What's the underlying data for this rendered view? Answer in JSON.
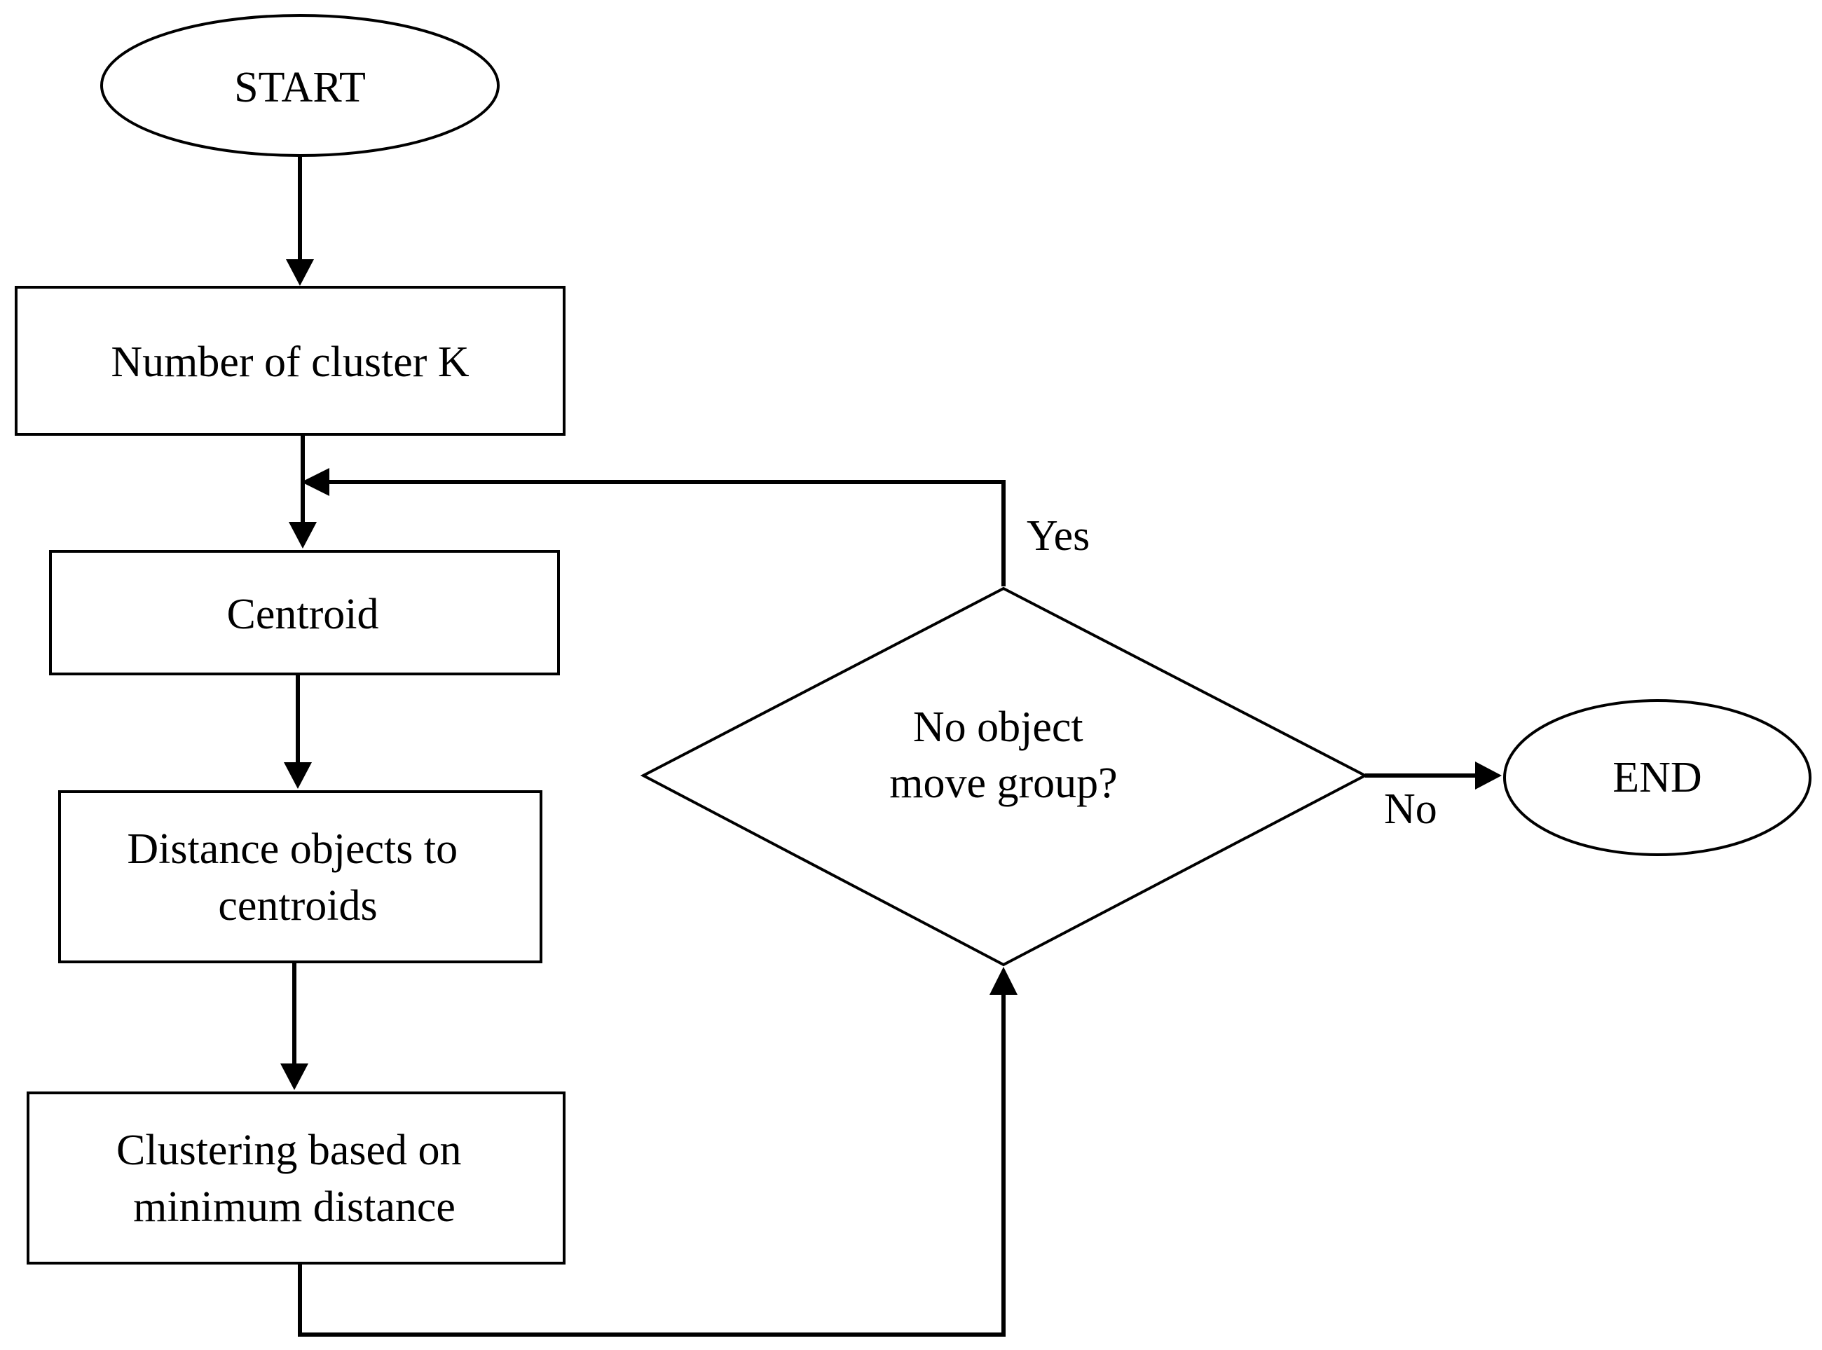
{
  "flowchart": {
    "start": "START",
    "step_k": "Number of cluster K",
    "step_centroid": "Centroid",
    "step_distance": [
      "Distance objects to",
      "centroids"
    ],
    "step_clustering": [
      "Clustering based on",
      "minimum distance"
    ],
    "decision": [
      "No object",
      "move group?"
    ],
    "yes_label": "Yes",
    "no_label": "No",
    "end": "END"
  }
}
